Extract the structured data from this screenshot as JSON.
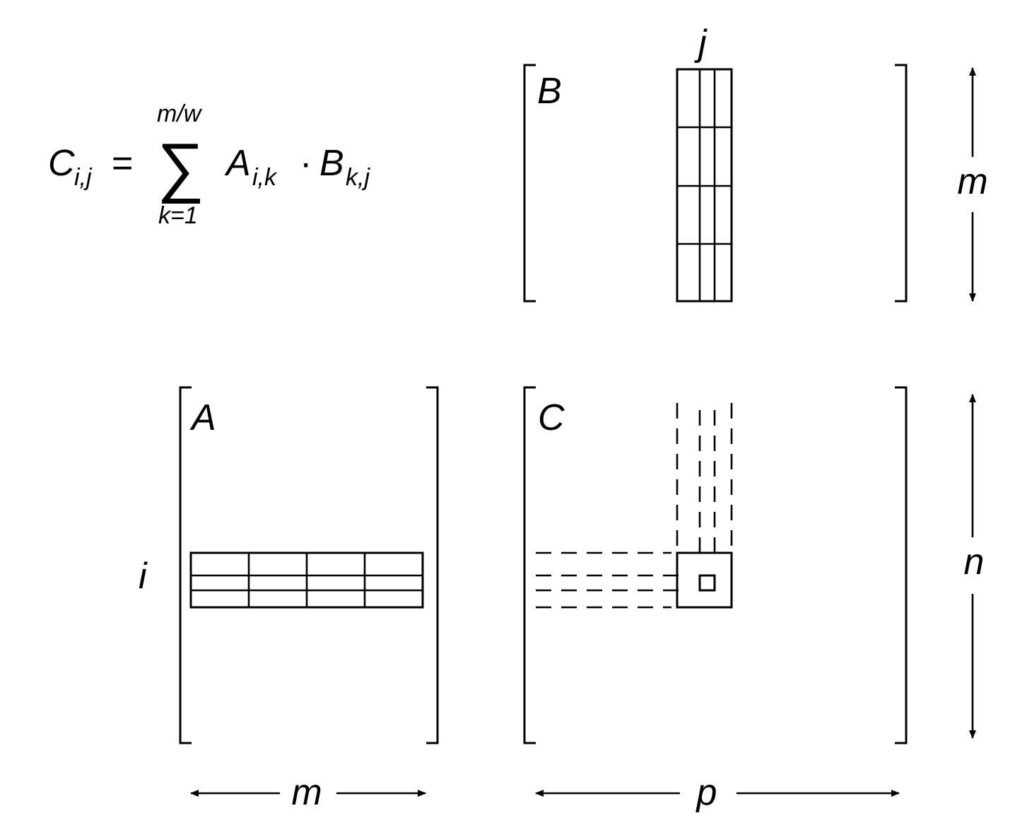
{
  "formula": {
    "lhs": "C",
    "lhs_sub": "i,j",
    "equals": "=",
    "sum_upper": "m/w",
    "sum_lower": "k=1",
    "sum_symbol": "∑",
    "term1": "A",
    "term1_sub": "i,k",
    "dot": "·",
    "term2": "B",
    "term2_sub": "k,j"
  },
  "matrices": {
    "a_label": "A",
    "b_label": "B",
    "c_label": "C"
  },
  "indices": {
    "row": "i",
    "col": "j"
  },
  "dimensions": {
    "a_width": "m",
    "b_height": "m",
    "c_width": "p",
    "c_height": "n"
  },
  "colors": {
    "ink": "#000000",
    "background": "#ffffff"
  }
}
